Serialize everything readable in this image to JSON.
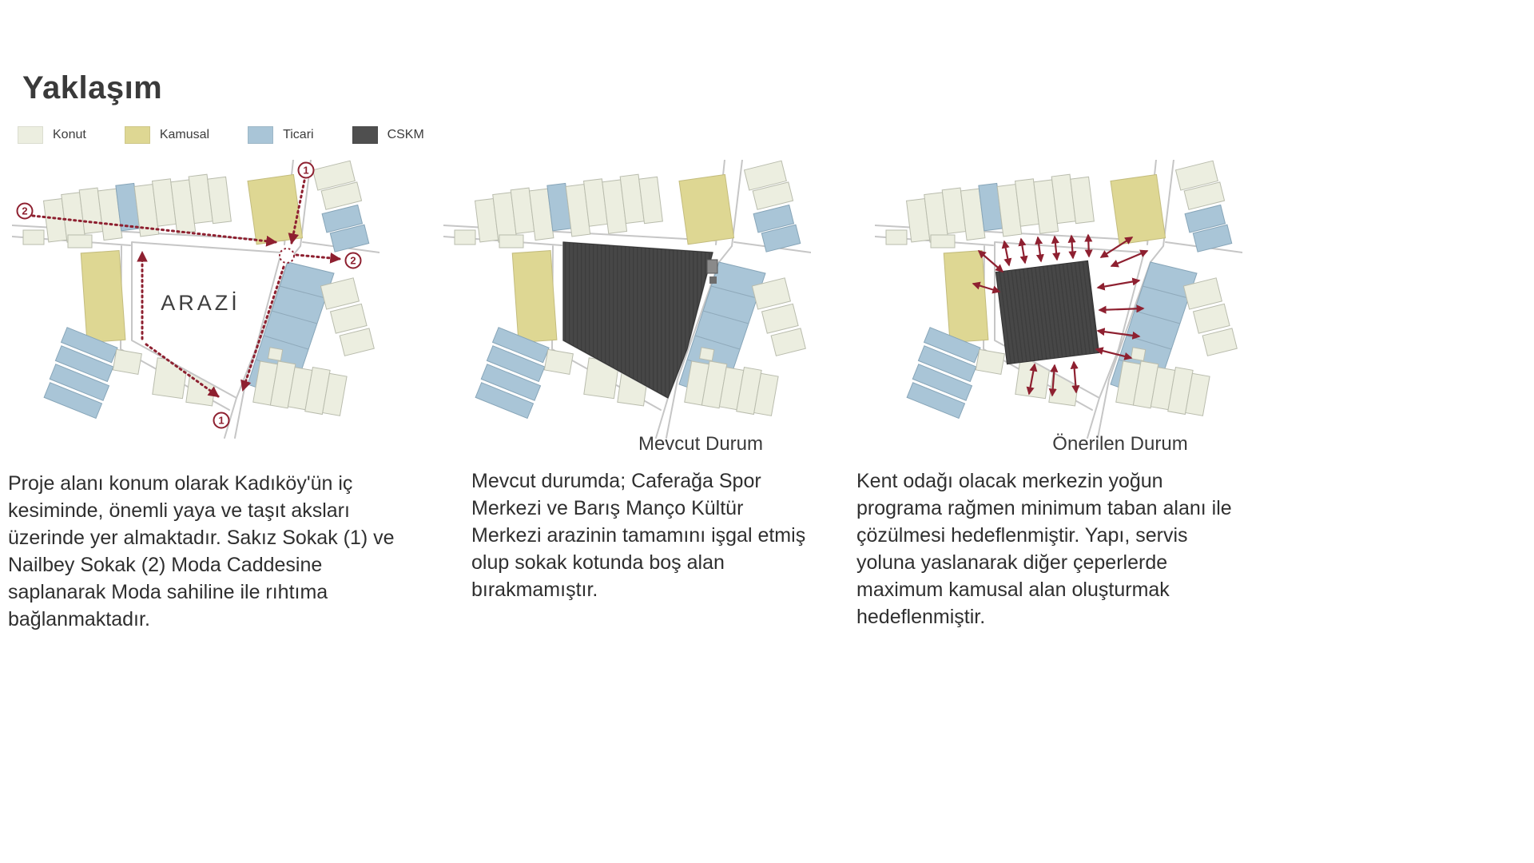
{
  "title": "Yaklaşım",
  "legend": {
    "items": [
      {
        "label": "Konut",
        "color": "#eceee0"
      },
      {
        "label": "Kamusal",
        "color": "#ded793"
      },
      {
        "label": "Ticari",
        "color": "#a9c5d7"
      },
      {
        "label": "CSKM",
        "color": "#4f4f4f"
      }
    ]
  },
  "colors": {
    "accent_red": "#8e2030",
    "road": "#c6c6c6",
    "dark_mass": "#474747"
  },
  "maps": {
    "approach": {
      "site_label": "ARAZİ",
      "markers": {
        "one": "1",
        "two": "2"
      }
    },
    "current": {
      "caption": "Mevcut Durum"
    },
    "proposed": {
      "caption": "Önerilen Durum"
    }
  },
  "paragraphs": {
    "approach": "Proje alanı konum olarak Kadıköy'ün iç kesiminde, önemli yaya ve taşıt aksları üzerinde yer almaktadır. Sakız Sokak (1) ve Nailbey Sokak (2) Moda Caddesine saplanarak Moda sahiline ile rıhtıma bağlanmaktadır.",
    "current": "Mevcut durumda; Caferağa Spor Merkezi ve Barış Manço Kültür Merkezi arazinin tamamını işgal etmiş olup sokak kotunda boş alan bırakmamıştır.",
    "proposed": "Kent odağı olacak merkezin yoğun programa rağmen minimum taban alanı ile çözülmesi hedeflenmiştir. Yapı, servis yoluna yaslanarak diğer çeperlerde maximum kamusal alan oluşturmak hedeflenmiştir."
  }
}
